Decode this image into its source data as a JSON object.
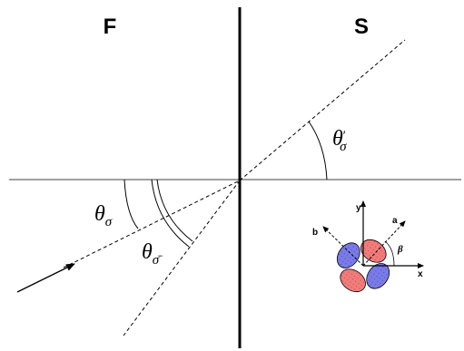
{
  "regions": {
    "left": "F",
    "right": "S"
  },
  "angles": {
    "incident": {
      "symbol": "θ",
      "subscript": "σ",
      "prime": ""
    },
    "reflected": {
      "symbol": "θ",
      "subscript": "σ̄",
      "prime": ""
    },
    "transmitted": {
      "symbol": "θ",
      "subscript": "σ",
      "prime": "′"
    }
  },
  "orbital_inset": {
    "axes": {
      "x": "x",
      "y": "y",
      "a": "a",
      "b": "b"
    },
    "angle": "β",
    "colors": {
      "red_lobes": "#f07c7c",
      "blue_lobes": "#7b7be8"
    }
  }
}
